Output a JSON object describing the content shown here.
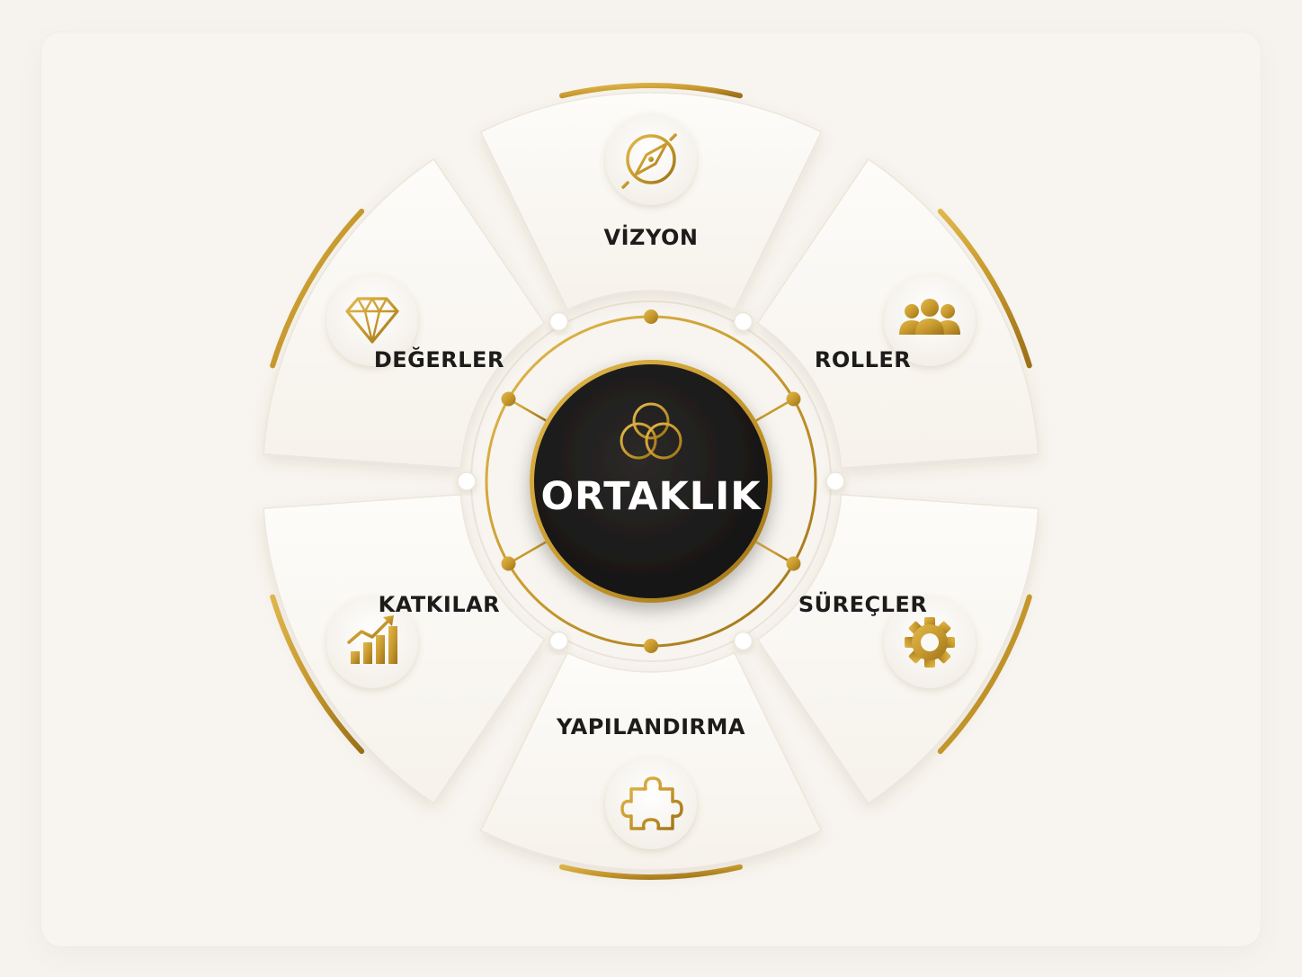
{
  "diagram": {
    "center": {
      "title": "ORTAKLIK",
      "icon": "three-rings-icon"
    },
    "segments": [
      {
        "label": "VİZYON",
        "icon": "compass-icon"
      },
      {
        "label": "ROLLER",
        "icon": "people-group-icon"
      },
      {
        "label": "SÜREÇLER",
        "icon": "gear-icon"
      },
      {
        "label": "YAPILANDIRMA",
        "icon": "puzzle-piece-icon"
      },
      {
        "label": "KATKILAR",
        "icon": "growth-chart-icon"
      },
      {
        "label": "DEĞERLER",
        "icon": "diamond-icon"
      }
    ]
  },
  "colors": {
    "background": "#f8f5f0",
    "segment_fill": "#fbf9f5",
    "gold": "#c89a2e",
    "gold_dark": "#a97d1c",
    "center_fill": "#1b1a19",
    "label_text": "#1e1c1a"
  }
}
